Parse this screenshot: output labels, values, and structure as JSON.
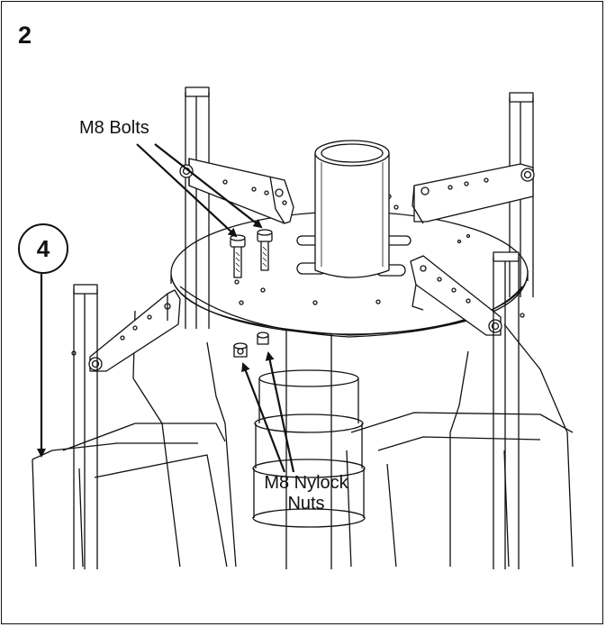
{
  "step": {
    "number": "2"
  },
  "labels": {
    "bolts": "M8 Bolts",
    "nuts_line1": "M8 Nylock",
    "nuts_line2": "Nuts"
  },
  "callout": {
    "number": "4"
  },
  "colors": {
    "line": "#111111",
    "fill": "#ffffff",
    "shade": "#e6e6e6"
  }
}
